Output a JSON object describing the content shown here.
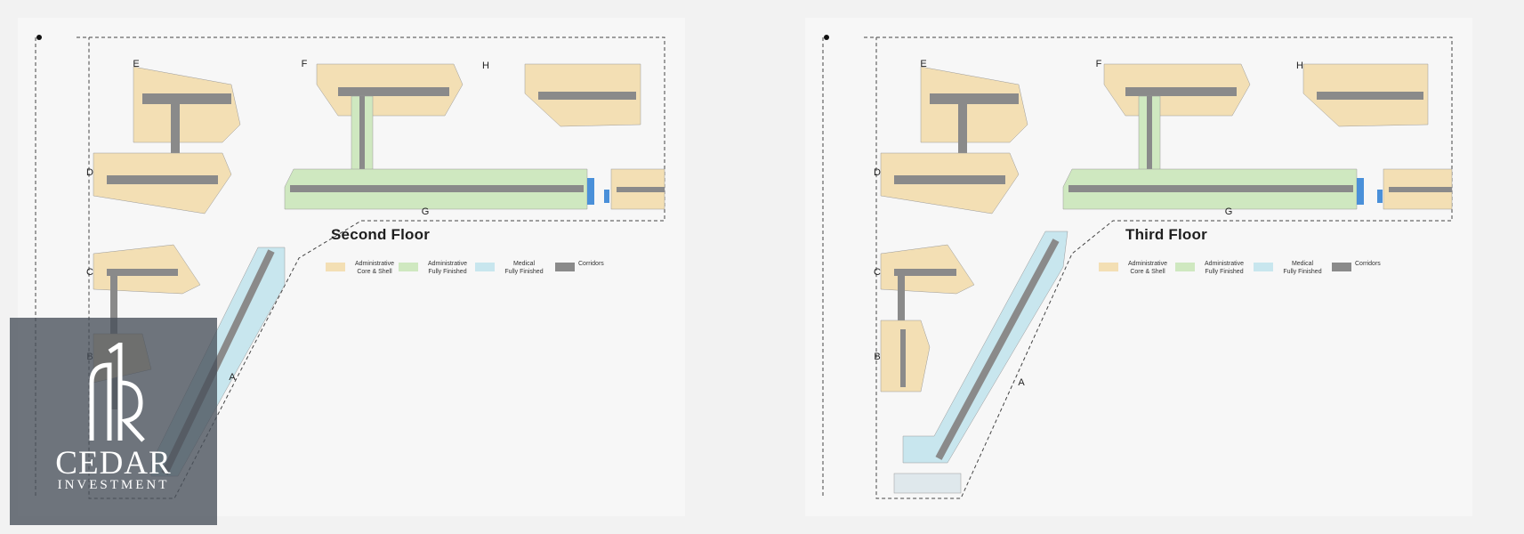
{
  "floors": [
    {
      "title": "Second Floor",
      "blocks": {
        "a": "A",
        "b": "B",
        "c": "C",
        "d": "D",
        "e": "E",
        "f": "F",
        "g": "G",
        "h": "H"
      }
    },
    {
      "title": "Third Floor",
      "blocks": {
        "a": "A",
        "b": "B",
        "c": "C",
        "d": "D",
        "e": "E",
        "f": "F",
        "g": "G",
        "h": "H"
      }
    }
  ],
  "legend": [
    {
      "label": "Administrative\nCore & Shell",
      "color": "#f3dfb4"
    },
    {
      "label": "Administrative\nFully Finished",
      "color": "#cfe8c0"
    },
    {
      "label": "Medical\nFully Finished",
      "color": "#c8e6ee"
    },
    {
      "label": "Corridors",
      "color": "#8a8a8a"
    }
  ],
  "colors": {
    "core_shell": "#f3dfb4",
    "fully_finished": "#cfe8c0",
    "medical": "#c8e6ee",
    "corridor": "#8a8a8a",
    "stair": "#4a90d9"
  },
  "logo": {
    "title": "CEDAR",
    "subtitle": "INVESTMENT",
    "icon": "cedar-investment-logo-icon"
  }
}
